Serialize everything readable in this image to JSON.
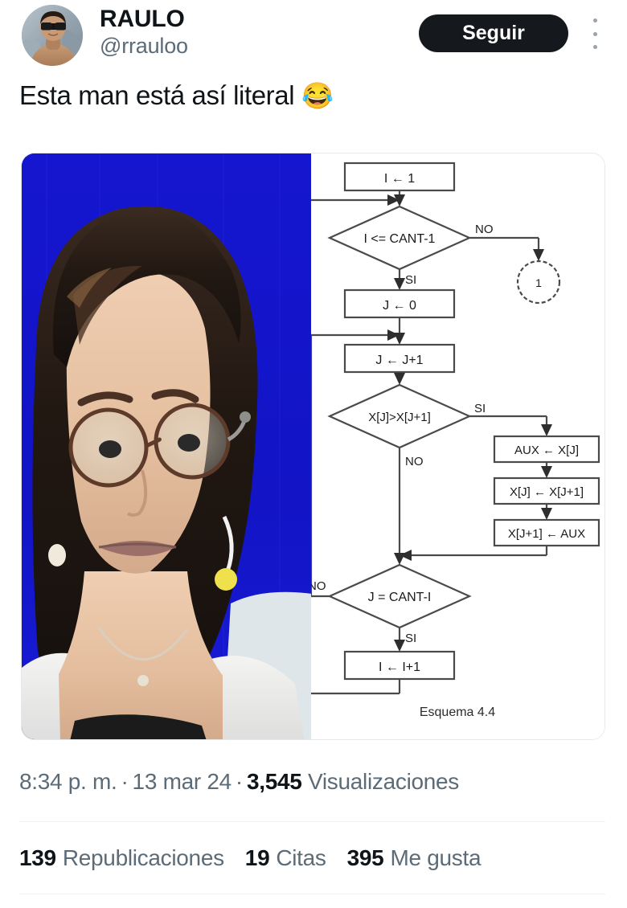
{
  "header": {
    "display_name": "RAULO",
    "handle": "@rrauloo",
    "follow_label": "Seguir",
    "avatar_alt": "avatar-photo",
    "more_menu_alt": "more-options"
  },
  "tweet": {
    "text": "Esta man está así literal ",
    "emoji": "😂"
  },
  "media": {
    "photo_alt": "woman-with-glasses-on-blue-tv-background",
    "flowchart": {
      "caption": "Esquema 4.4",
      "nodes": [
        {
          "id": "n1",
          "type": "process",
          "label": "I ← 1"
        },
        {
          "id": "n2",
          "type": "decision",
          "label": "I <= CANT-1"
        },
        {
          "id": "n3",
          "type": "connector",
          "label": "1"
        },
        {
          "id": "n4",
          "type": "process",
          "label": "J ← 0"
        },
        {
          "id": "n5",
          "type": "process",
          "label": "J ← J+1"
        },
        {
          "id": "n6",
          "type": "decision",
          "label": "X[J]>X[J+1]"
        },
        {
          "id": "n7",
          "type": "process",
          "label": "AUX ← X[J]"
        },
        {
          "id": "n8",
          "type": "process",
          "label": "X[J] ← X[J+1]"
        },
        {
          "id": "n9",
          "type": "process",
          "label": "X[J+1] ← AUX"
        },
        {
          "id": "n10",
          "type": "decision",
          "label": "J = CANT-I"
        },
        {
          "id": "n11",
          "type": "process",
          "label": "I ← I+1"
        }
      ],
      "edge_labels": [
        {
          "id": "e1",
          "label": "NO"
        },
        {
          "id": "e2",
          "label": "SI"
        },
        {
          "id": "e3",
          "label": "SI"
        },
        {
          "id": "e4",
          "label": "NO"
        },
        {
          "id": "e5",
          "label": "NO"
        },
        {
          "id": "e6",
          "label": "SI"
        }
      ]
    }
  },
  "metrics": {
    "time": "8:34 p. m.",
    "date": "13 mar 24",
    "views_count": "3,545",
    "views_label": "Visualizaciones",
    "separator": "·",
    "stats": [
      {
        "count": "139",
        "label": "Republicaciones"
      },
      {
        "count": "19",
        "label": "Citas"
      },
      {
        "count": "395",
        "label": "Me gusta"
      }
    ]
  },
  "colors": {
    "text_primary": "#0f1419",
    "text_secondary": "#5b6b78",
    "follow_bg": "#15181c",
    "divider": "#eff3f4",
    "photo_background": "#1414c8"
  }
}
